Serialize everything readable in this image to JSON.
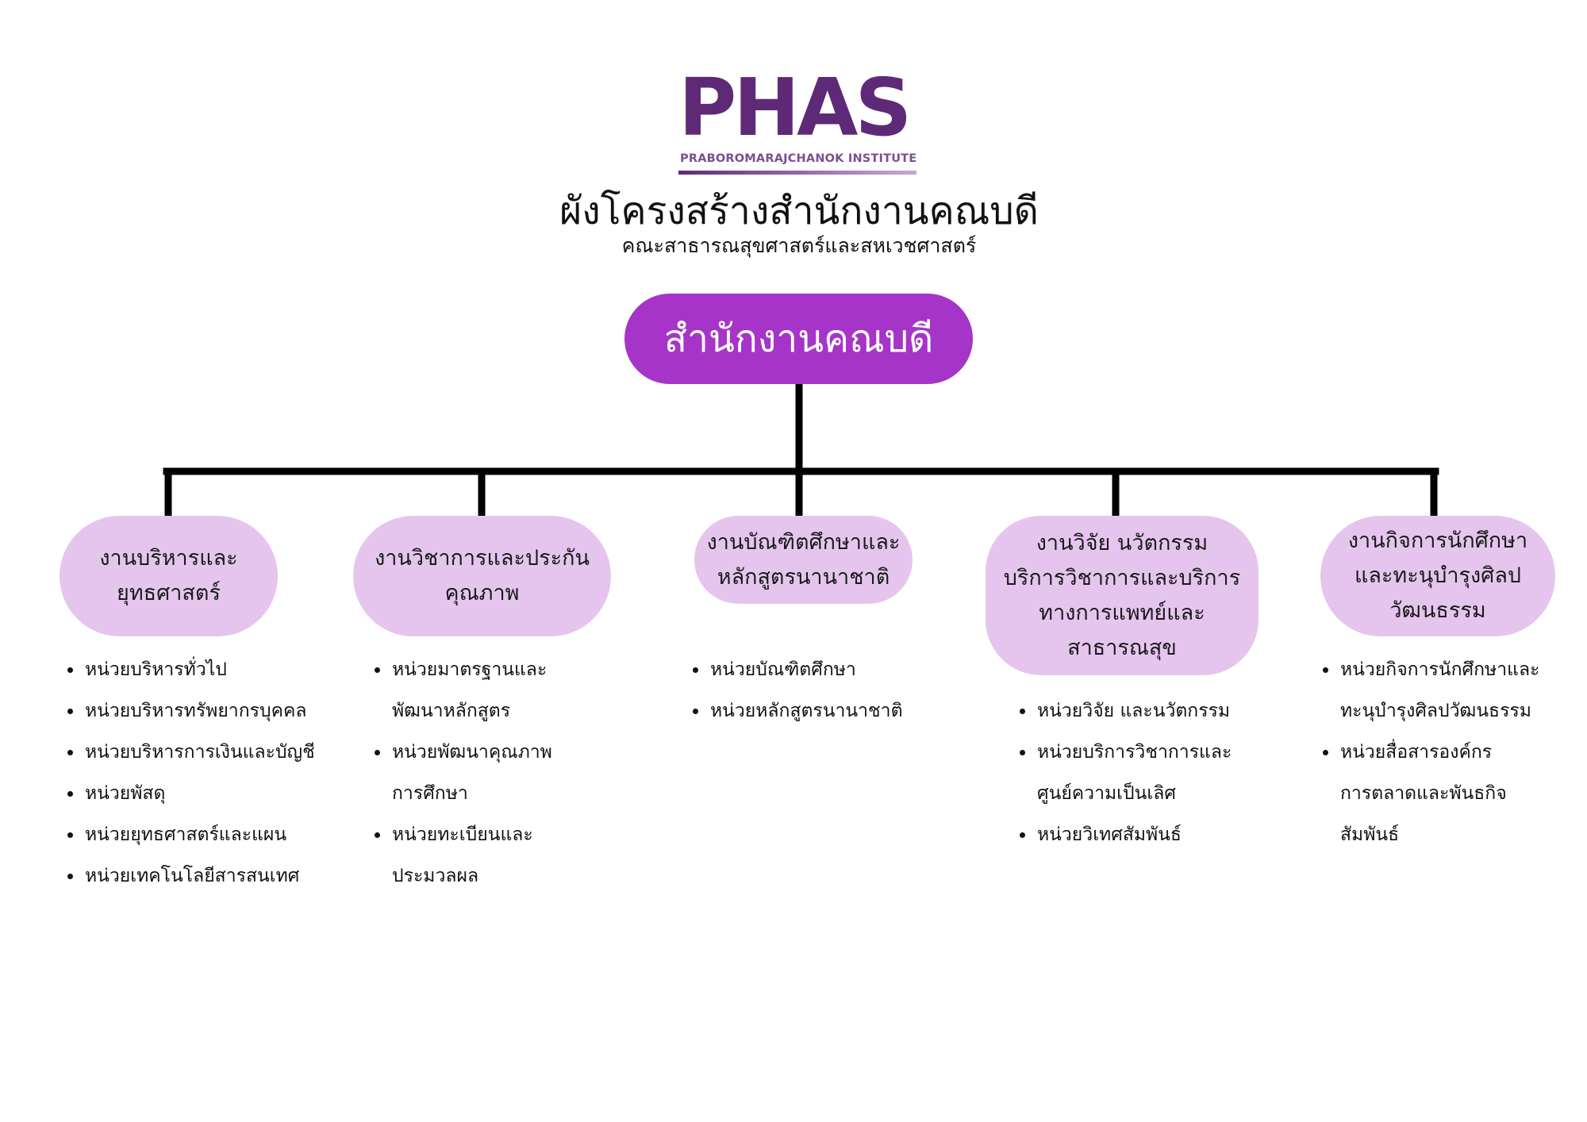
{
  "logo": {
    "text": "PHAS",
    "subtitle": "PRABOROMARAJCHANOK INSTITUTE"
  },
  "header": {
    "title": "ผังโครงสร้างสำนักงานคณบดี",
    "subtitle": "คณะสาธารณสุขศาสตร์และสหเวชศาสตร์"
  },
  "top": {
    "label": "สำนักงานคณบดี"
  },
  "colors": {
    "top_fill": "#a634c8",
    "dept_fill": "#e5c5ee",
    "line": "#000000",
    "logo": "#5e2a78"
  },
  "departments": [
    {
      "label": "งานบริหารและ\nยุทธศาสตร์",
      "units": [
        "หน่วยบริหารทั่วไป",
        "หน่วยบริหารทรัพยากรบุคคล",
        "หน่วยบริหารการเงินและบัญชี",
        "หน่วยพัสดุ",
        "หน่วยยุทธศาสตร์และแผน",
        "หน่วยเทคโนโลยีสารสนเทศ"
      ]
    },
    {
      "label": "งานวิชาการและประกัน\nคุณภาพ",
      "units": [
        "หน่วยมาตรฐานและ\nพัฒนาหลักสูตร",
        "หน่วยพัฒนาคุณภาพ\nการศึกษา",
        "หน่วยทะเบียนและ\nประมวลผล"
      ]
    },
    {
      "label": "งานบัณฑิตศึกษาและ\nหลักสูตรนานาชาติ",
      "units": [
        "หน่วยบัณฑิตศึกษา",
        "หน่วยหลักสูตรนานาชาติ"
      ]
    },
    {
      "label": "งานวิจัย นวัตกรรม\nบริการวิชาการและบริการ\nทางการแพทย์และ\nสาธารณสุข",
      "units": [
        "หน่วยวิจัย และนวัตกรรม",
        "หน่วยบริการวิชาการและ\nศูนย์ความเป็นเลิศ",
        "หน่วยวิเทศสัมพันธ์"
      ]
    },
    {
      "label": "งานกิจการนักศึกษา\nและทะนุบำรุงศิลป\nวัฒนธรรม",
      "units": [
        "หน่วยกิจการนักศึกษาและ\nทะนุบำรุงศิลปวัฒนธรรม",
        "หน่วยสื่อสารองค์กร\nการตลาดและพันธกิจ\nสัมพันธ์"
      ]
    }
  ]
}
